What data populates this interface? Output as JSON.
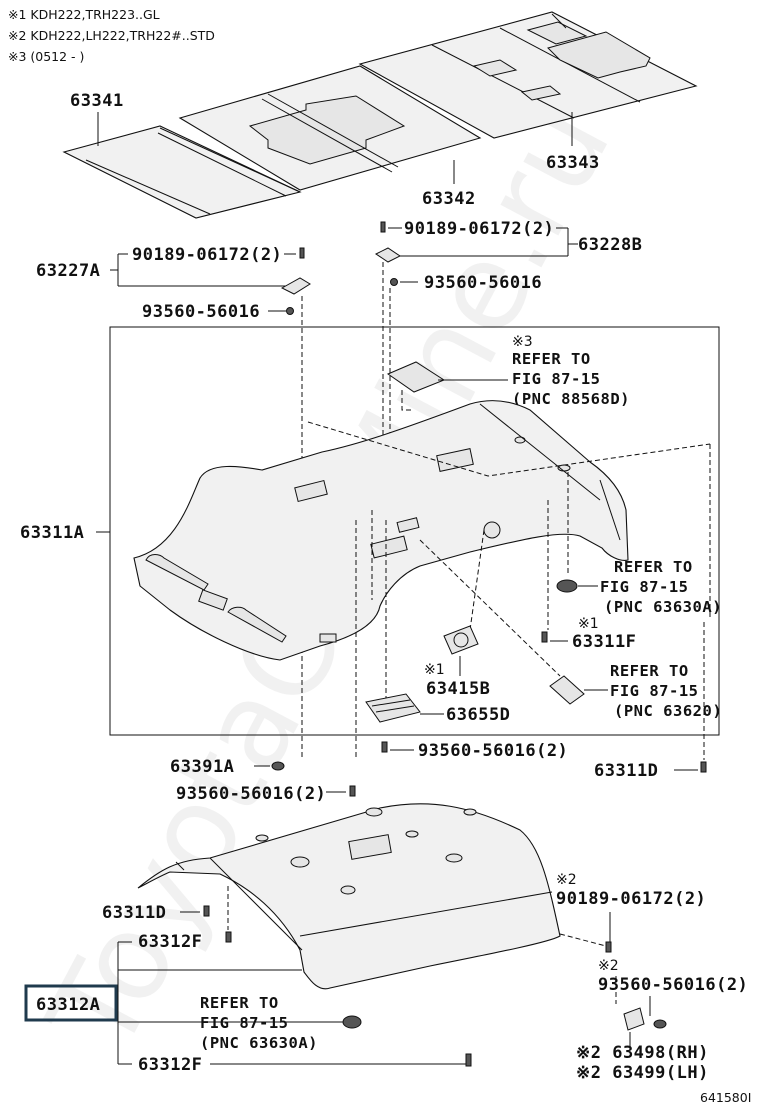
{
  "notes": {
    "n1": "※1 KDH222,TRH223..GL",
    "n2": "※2 KDH222,LH222,TRH22#..STD",
    "n3": "※3 (0512 -        )"
  },
  "labels": {
    "p63341": "63341",
    "p63342": "63342",
    "p63343": "63343",
    "p63227a": "63227A",
    "p90189_a": "90189-06172(2)",
    "p93560_a": "93560-56016",
    "p90189_b": "90189-06172(2)",
    "p63228b": "63228B",
    "p93560_b": "93560-56016",
    "ref3_mark": "※3",
    "ref3_l1": "REFER TO",
    "ref3_l2": "FIG 87-15",
    "ref3_l3": "(PNC 88568D)",
    "p63311a": "63311A",
    "ref_a_l1": "REFER TO",
    "ref_a_l2": "FIG 87-15",
    "ref_a_l3": "(PNC 63630A)",
    "mark1_a": "※1",
    "p63311f": "63311F",
    "mark1_b": "※1",
    "p63415b": "63415B",
    "ref_b_l1": "REFER TO",
    "ref_b_l2": "FIG 87-15",
    "ref_b_l3": "(PNC 63620)",
    "p63655d": "63655D",
    "p93560_c": "93560-56016(2)",
    "p63391a": "63391A",
    "p63311d_r": "63311D",
    "p93560_d": "93560-56016(2)",
    "p63311d_l": "63311D",
    "mark2_a": "※2",
    "p90189_c": "90189-06172(2)",
    "p63312f_a": "63312F",
    "mark2_b": "※2",
    "p93560_e": "93560-56016(2)",
    "p63312a": "63312A",
    "ref_c_l1": "REFER TO",
    "ref_c_l2": "FIG 87-15",
    "ref_c_l3": "(PNC 63630A)",
    "p63498": "※2 63498(RH)",
    "p63499": "※2 63499(LH)",
    "p63312f_b": "63312F",
    "fig_no": "641580I",
    "watermark": "ToyotaCarMine.ru"
  },
  "colors": {
    "highlight_box": "#1f3a4d",
    "line": "#111111",
    "part_fill": "#f1f1f1"
  }
}
